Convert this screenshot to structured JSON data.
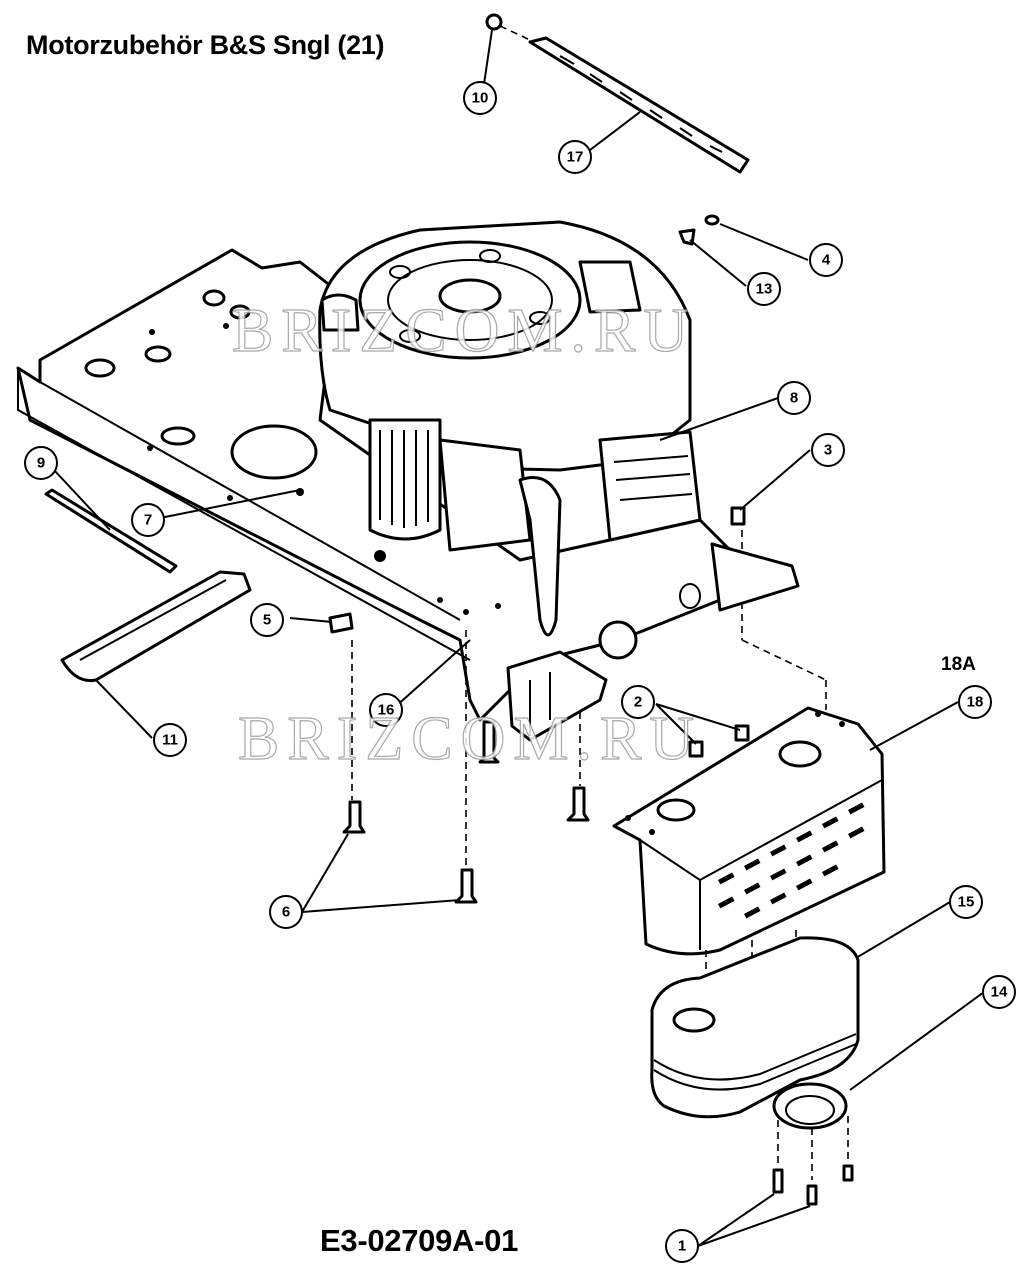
{
  "title": "Motorzubehör B&S Sngl (21)",
  "drawing_code": "E3-02709A-01",
  "variant_label": "18A",
  "watermark": "BRIZCOM.RU",
  "callouts": [
    "10",
    "17",
    "4",
    "13",
    "8",
    "3",
    "9",
    "7",
    "5",
    "16",
    "11",
    "2",
    "18",
    "6",
    "15",
    "14",
    "1"
  ]
}
